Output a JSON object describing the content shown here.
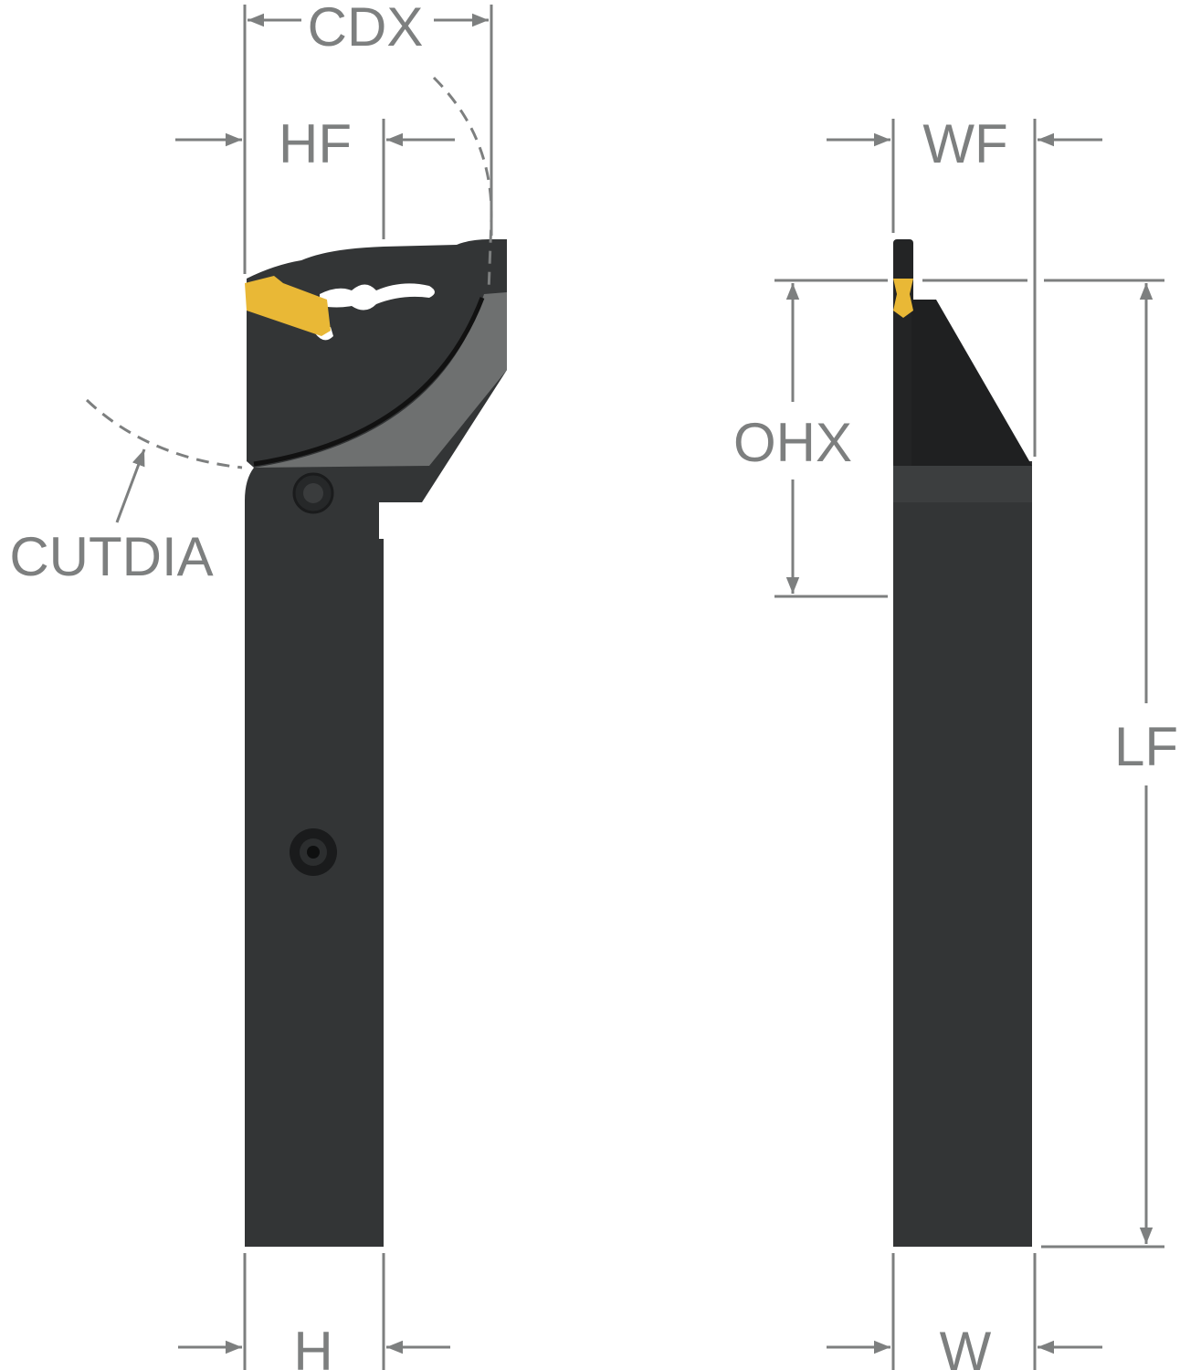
{
  "title": "Grooving / parting tool holder dimension drawing",
  "labels": {
    "cdx": "CDX",
    "hf": "HF",
    "cutdia": "CUTDIA",
    "h": "H",
    "wf": "WF",
    "ohx": "OHX",
    "lf": "LF",
    "w": "W"
  },
  "colors": {
    "body": "#333536",
    "body_light": "#6e7070",
    "insert": "#e9b836",
    "dimension": "#7d7f7f"
  }
}
